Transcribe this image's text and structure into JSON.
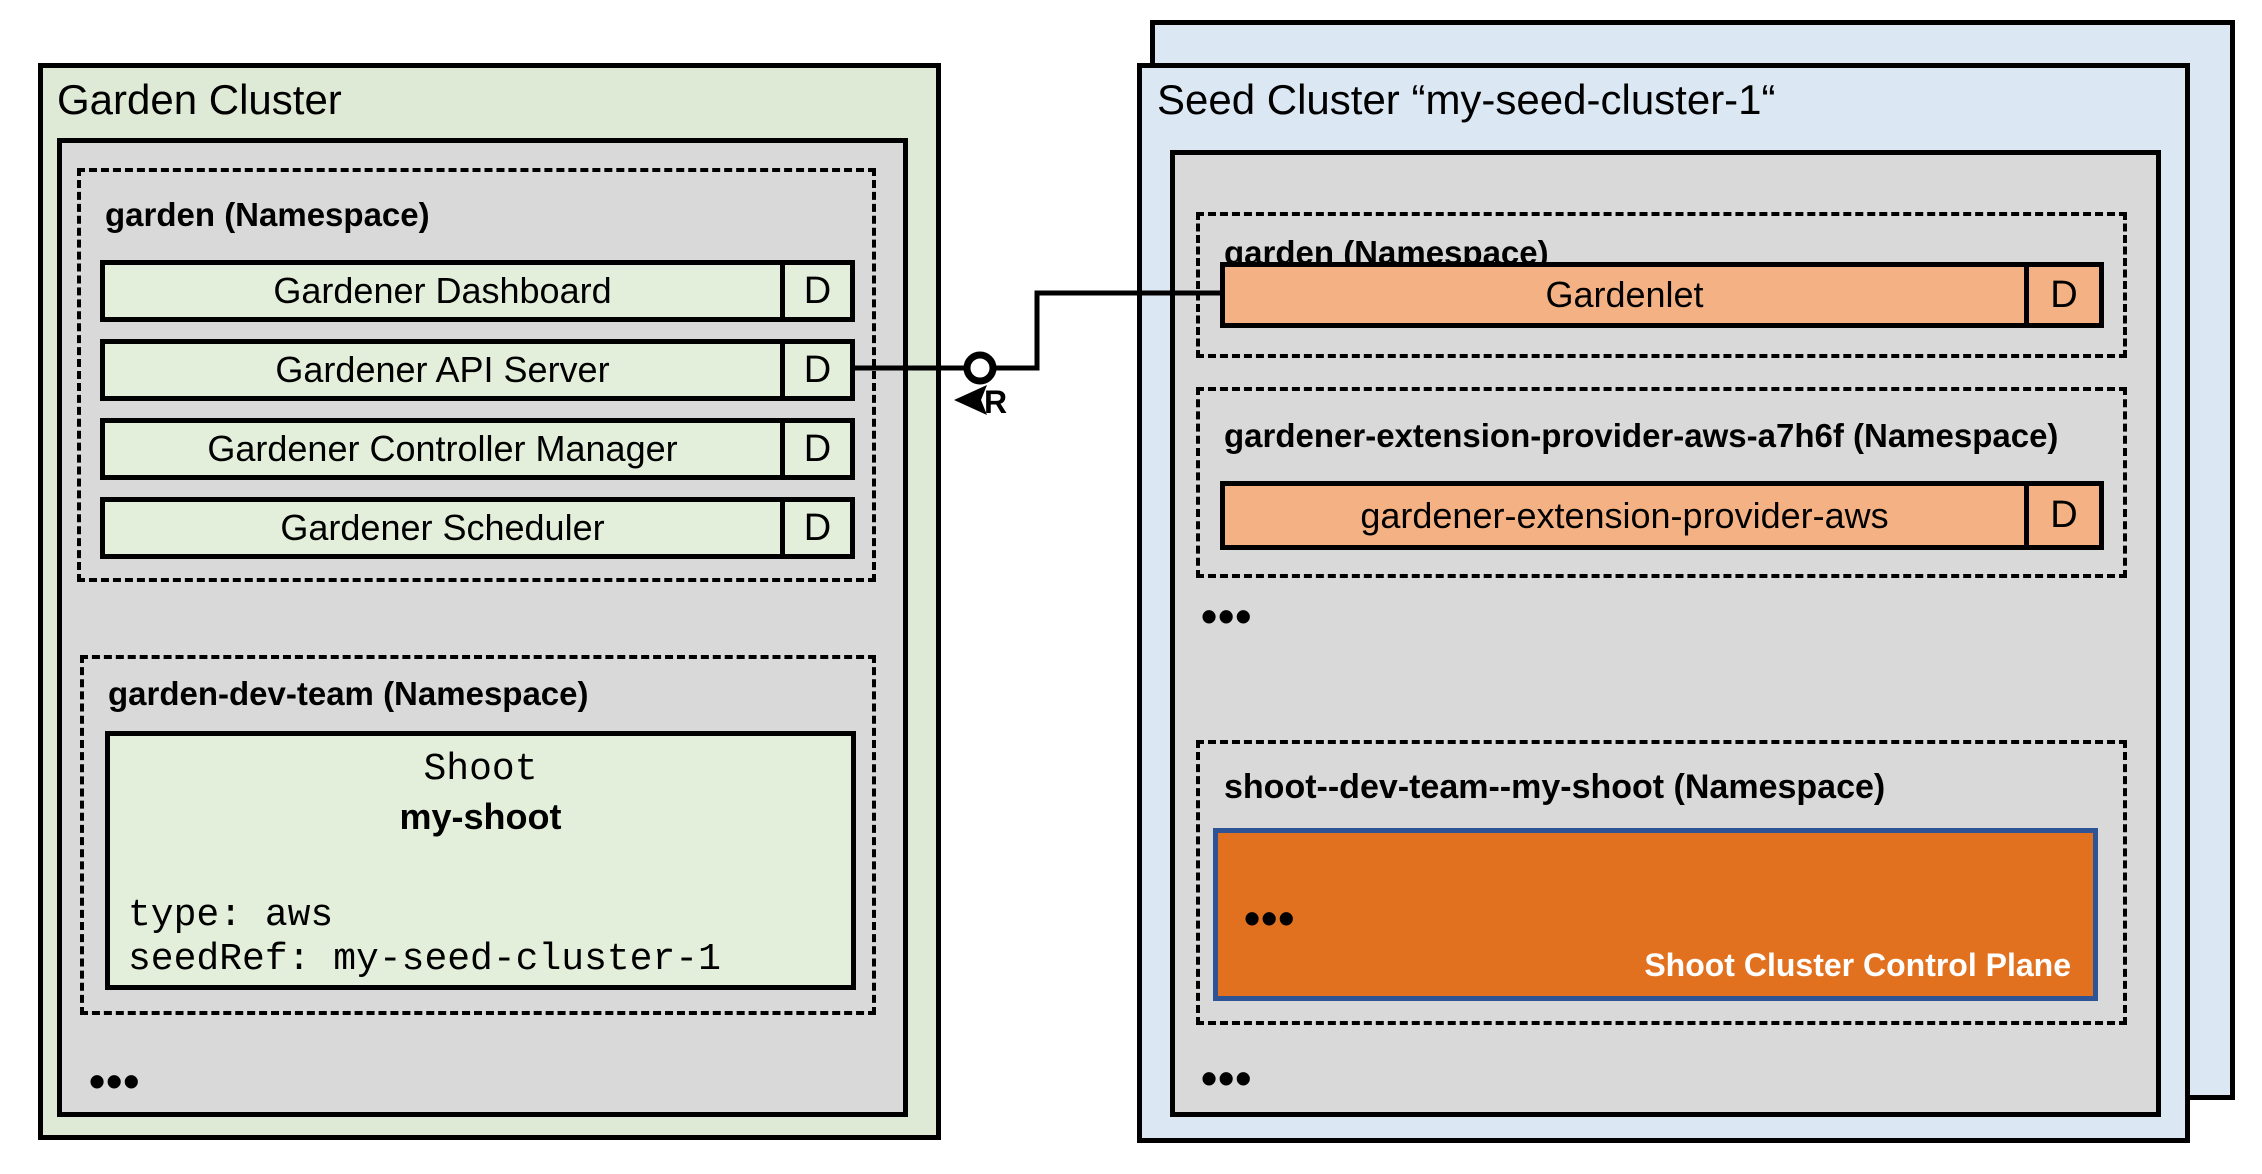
{
  "colors": {
    "garden_bg": "#dfead6",
    "component_green": "#e3efda",
    "namespace_gray": "#d9d9d9",
    "seed_bg": "#dbe8f4",
    "component_orange": "#f4b183",
    "control_plane_orange": "#e2711f",
    "control_plane_border": "#2f5496",
    "line_black": "#000000"
  },
  "garden_cluster": {
    "title": "Garden Cluster",
    "garden_namespace": {
      "label": "garden (Namespace)",
      "components": [
        {
          "name": "Gardener Dashboard",
          "badge": "D"
        },
        {
          "name": "Gardener API Server",
          "badge": "D"
        },
        {
          "name": "Gardener Controller Manager",
          "badge": "D"
        },
        {
          "name": "Gardener Scheduler",
          "badge": "D"
        }
      ]
    },
    "dev_team_namespace": {
      "label": "garden-dev-team (Namespace)",
      "shoot_resource": {
        "kind": "Shoot",
        "name": "my-shoot",
        "spec_line_1": "type: aws",
        "spec_line_2": "seedRef: my-seed-cluster-1"
      }
    },
    "ellipsis": "•••"
  },
  "seed_cluster": {
    "title": "Seed Cluster “my-seed-cluster-1“",
    "garden_namespace": {
      "label": "garden (Namespace)",
      "component": {
        "name": "Gardenlet",
        "badge": "D"
      }
    },
    "extension_namespace": {
      "label": "gardener-extension-provider-aws-a7h6f (Namespace)",
      "component": {
        "name": "gardener-extension-provider-aws",
        "badge": "D"
      }
    },
    "ellipsis_1": "•••",
    "shoot_namespace": {
      "label": "shoot--dev-team--my-shoot (Namespace)",
      "control_plane": {
        "ellipsis": "•••",
        "label": "Shoot Cluster Control Plane"
      }
    },
    "ellipsis_2": "•••"
  },
  "connector": {
    "label": "R"
  }
}
